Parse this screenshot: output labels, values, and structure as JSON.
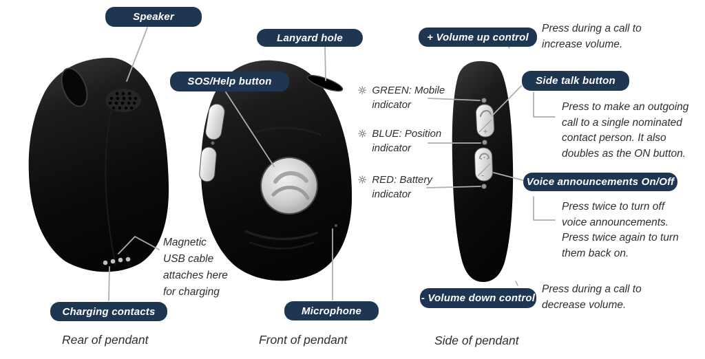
{
  "colors": {
    "pill_bg": "#1f3653",
    "pill_text": "#ffffff",
    "body_text": "#2e2e2e",
    "connector_line": "#aeaeae",
    "device_black": "#0e0e0e",
    "silver_button": "#c8c8c8",
    "led_gray": "#8f8f8f"
  },
  "rear": {
    "speaker_label": "Speaker",
    "charging_label": "Charging contacts",
    "usb_note_lines": [
      "Magnetic",
      "USB cable",
      "attaches here",
      "for charging"
    ],
    "caption": "Rear of pendant"
  },
  "front": {
    "lanyard_label": "Lanyard hole",
    "sos_label": "SOS/Help button",
    "microphone_label": "Microphone",
    "caption": "Front of pendant"
  },
  "side": {
    "caption": "Side of pendant",
    "indicators": [
      {
        "icon": "☼",
        "lines": [
          "GREEN: Mobile",
          "indicator"
        ]
      },
      {
        "icon": "☼",
        "lines": [
          "BLUE: Position",
          "indicator"
        ]
      },
      {
        "icon": "☼",
        "lines": [
          "RED: Battery",
          "indicator"
        ]
      }
    ],
    "volume_up": {
      "label": "+ Volume up control",
      "desc_lines": [
        "Press during a call to",
        "increase volume."
      ]
    },
    "side_talk": {
      "label": "Side talk button",
      "desc_lines": [
        "Press to make an outgoing",
        "call to a single nominated",
        "contact person. It also",
        "doubles as the ON button."
      ]
    },
    "voice": {
      "label": "Voice announcements On/Off",
      "desc_lines": [
        "Press twice to turn off",
        "voice announcements.",
        "Press twice again to turn",
        "them back on."
      ]
    },
    "volume_down": {
      "label": "- Volume down control",
      "desc_lines": [
        "Press during a call to",
        "decrease volume."
      ]
    },
    "button_glyphs": {
      "volume_up": "+",
      "volume_down": "-"
    }
  }
}
